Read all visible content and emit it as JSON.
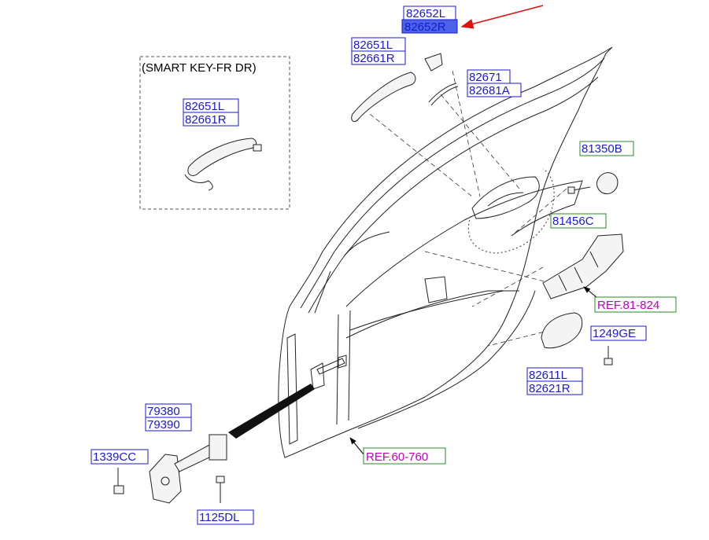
{
  "smart_key_caption": "(SMART KEY-FR DR)",
  "labels": {
    "p82652L": "82652L",
    "p82652R": "82652R",
    "p82651L_top": "82651L",
    "p82661R_top": "82661R",
    "p82671": "82671",
    "p82681A": "82681A",
    "p82651L_box": "82651L",
    "p82661R_box": "82661R",
    "p81350B": "81350B",
    "p81456C": "81456C",
    "ref81824": "REF.81-824",
    "p1249GE": "1249GE",
    "p82611L": "82611L",
    "p82621R": "82621R",
    "p79380": "79380",
    "p79390": "79390",
    "p1339CC": "1339CC",
    "p1125DL": "1125DL",
    "ref60760": "REF.60-760"
  },
  "colors": {
    "label_blue": "#1a1ad0",
    "label_ref": "#c000c0",
    "box_green": "#2a8a2a",
    "highlight": "#4a63e8",
    "pointer_arrow": "#e01010"
  },
  "highlighted_part": "82652R"
}
